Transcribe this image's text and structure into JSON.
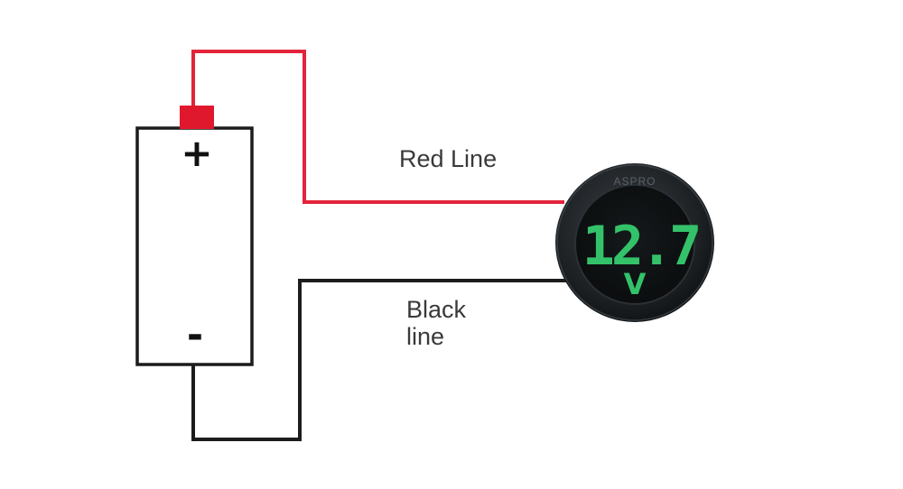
{
  "battery": {
    "positive_symbol": "+",
    "negative_symbol": "-"
  },
  "labels": {
    "red_line": "Red Line",
    "black_line_1": "Black",
    "black_line_2": "line"
  },
  "meter": {
    "reading": "12.7",
    "unit": "V",
    "brand": "ASPRO"
  },
  "colors": {
    "red_wire": "#e3243b",
    "black_wire": "#1c1c1c",
    "terminal": "#e0182d",
    "display_digits": "#33c26a",
    "meter_body": "#1a1d20"
  }
}
